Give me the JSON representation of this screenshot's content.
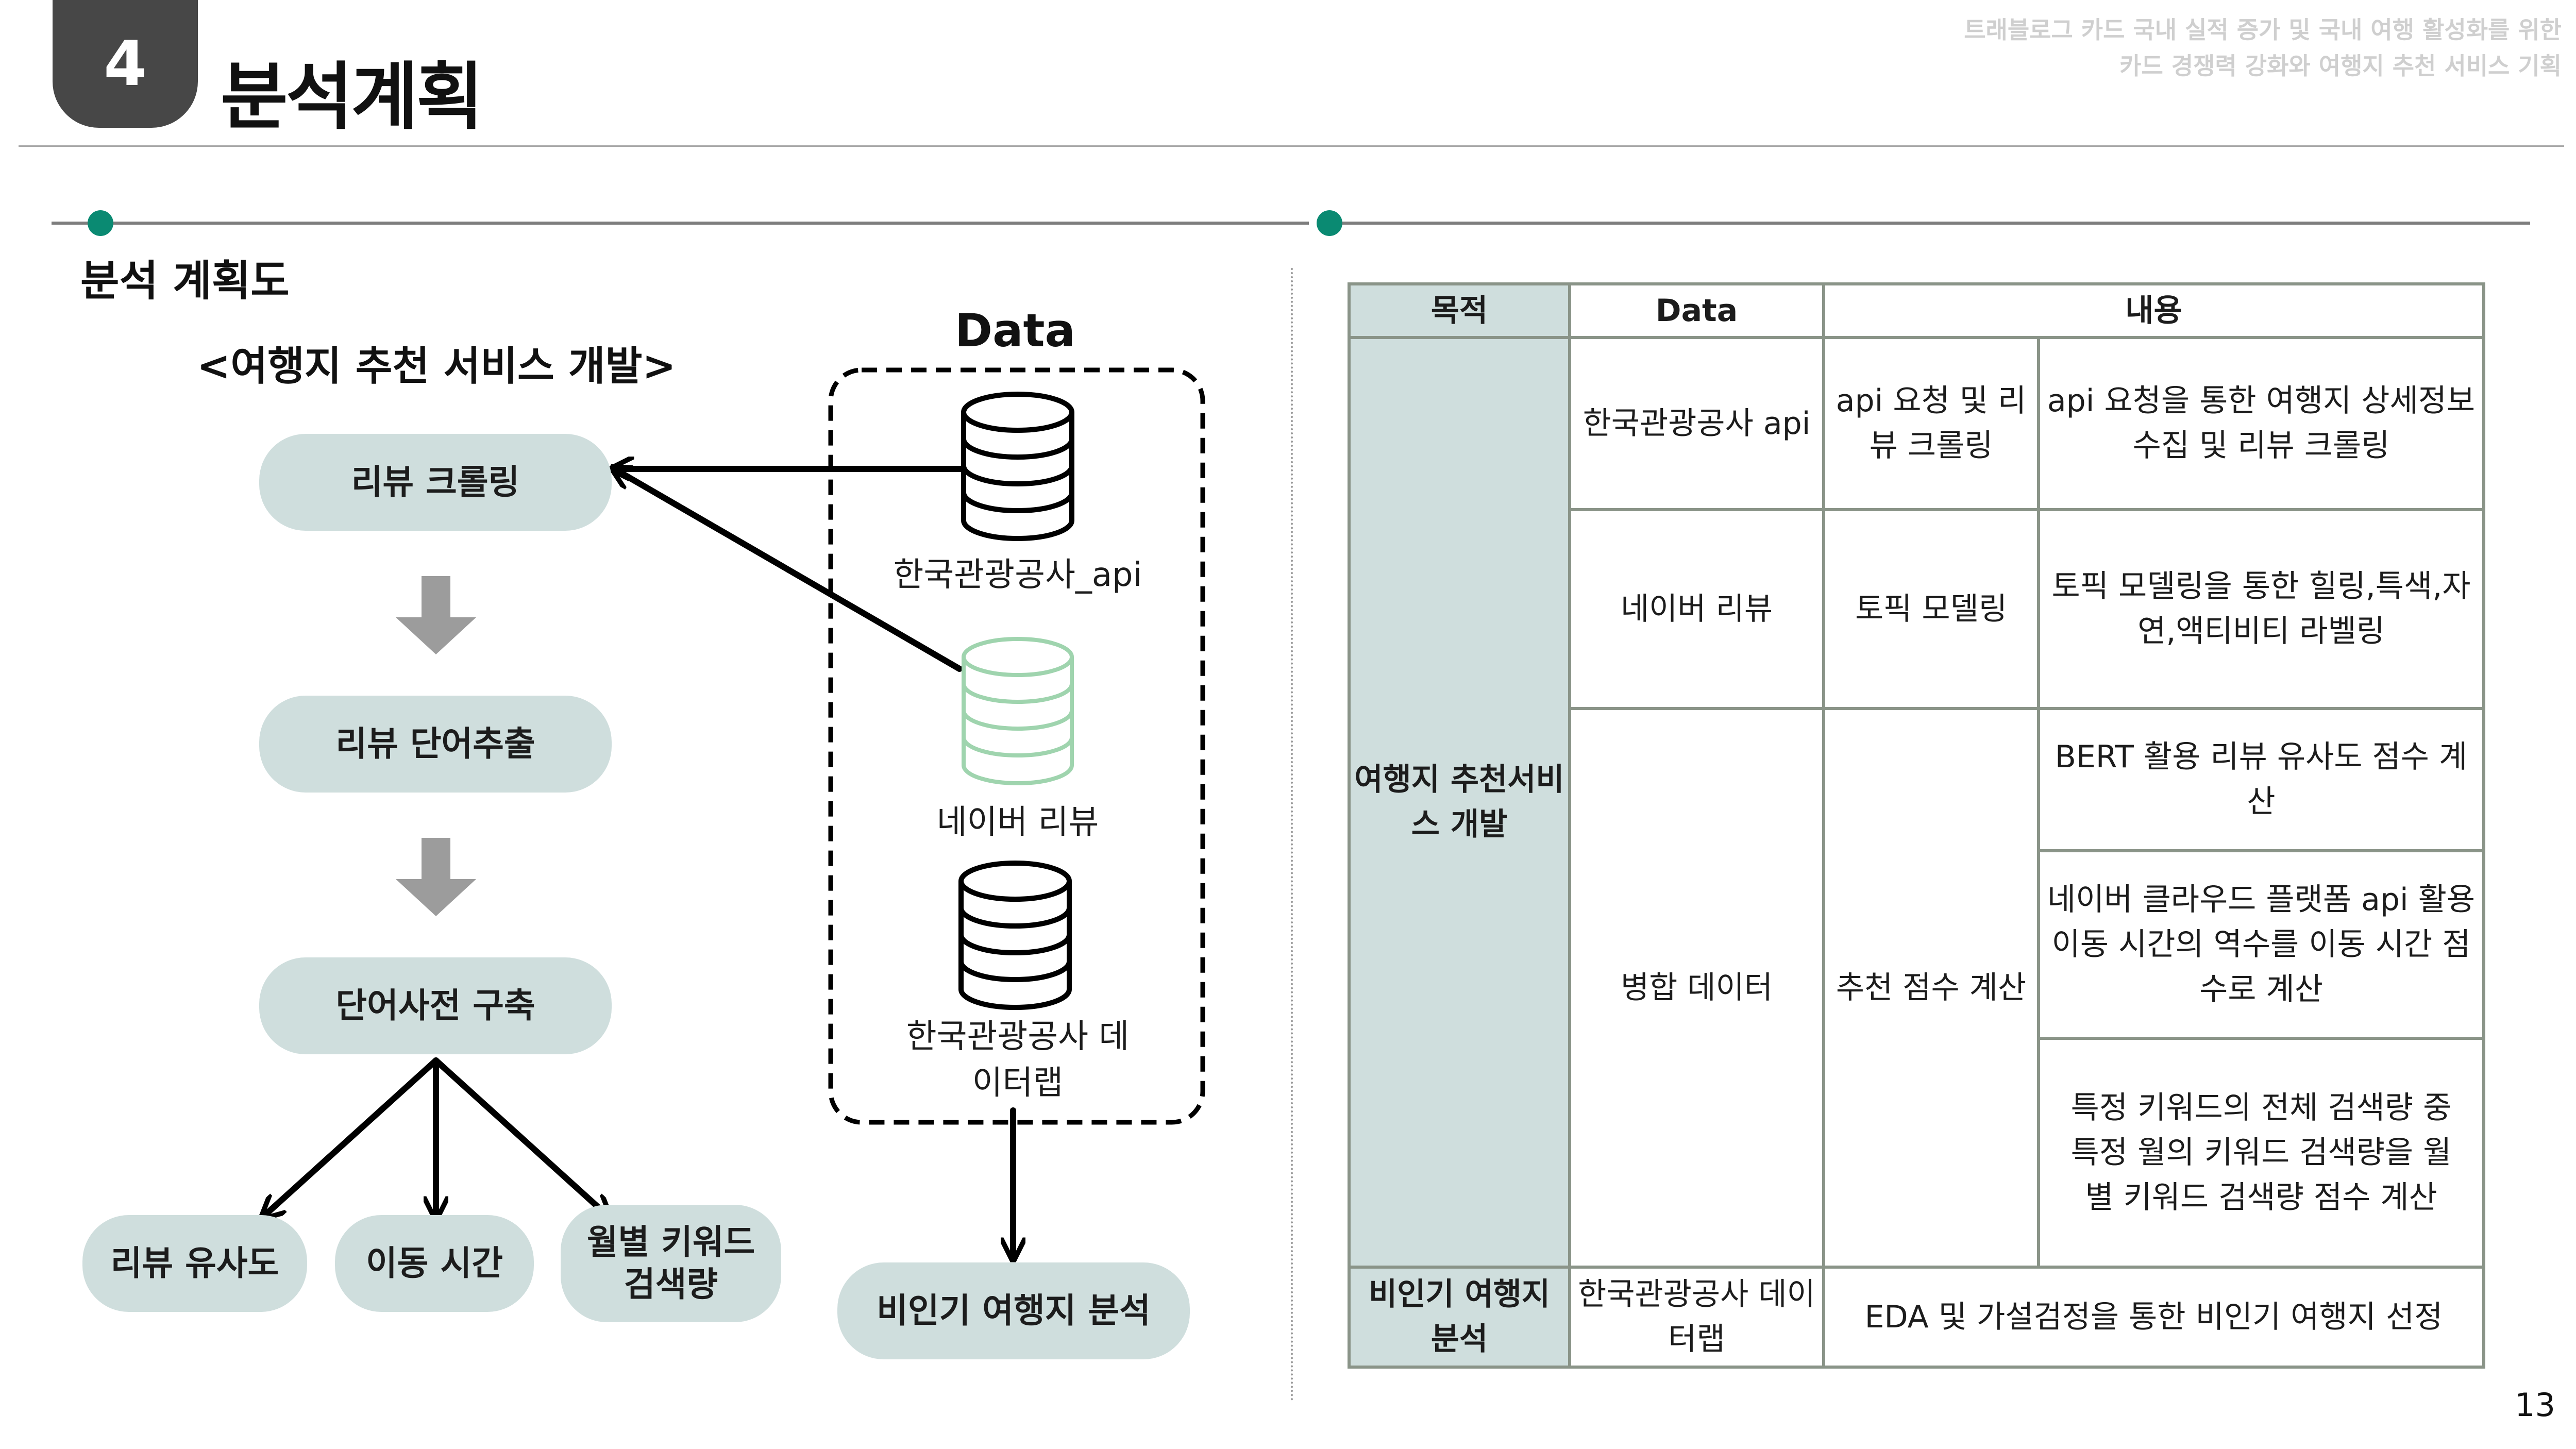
{
  "header": {
    "section_number": "4",
    "title": "분석계획",
    "project_title_line1": "트래블로그 카드 국내 실적 증가 및 국내 여행 활성화를 위한",
    "project_title_line2": "카드 경쟁력 강화와 여행지 추천 서비스 기획"
  },
  "diagram": {
    "heading": "분석 계획도",
    "service_title": "<여행지 추천 서비스 개발>",
    "data_title": "Data",
    "steps": [
      "리뷰 크롤링",
      "리뷰 단어추출",
      "단어사전 구축"
    ],
    "outputs": [
      "리뷰 유사도",
      "이동 시간",
      "월별 키워드 검색량"
    ],
    "sources": [
      "한국관광공사_api",
      "네이버 리뷰",
      "한국관광공사 데이터랩"
    ],
    "result": "비인기 여행지 분석"
  },
  "table": {
    "headers": [
      "목적",
      "Data",
      "내용"
    ],
    "purpose_1": "여행지 추천서비스 개발",
    "purpose_2": "비인기 여행지 분석",
    "rows": [
      {
        "data": "한국관광공사 api",
        "task": "api 요청 및 리뷰 크롤링",
        "detail": "api 요청을 통한 여행지 상세정보 수집 및 리뷰 크롤링"
      },
      {
        "data": "네이버 리뷰",
        "task": "토픽 모델링",
        "detail": "토픽 모델링을 통한 힐링,특색,자연,액티비티 라벨링"
      },
      {
        "data": "병합 데이터",
        "task": "추천 점수 계산",
        "detail": "BERT 활용 리뷰 유사도 점수 계산"
      },
      {
        "detail": "네이버 클라우드 플랫폼 api 활용 이동 시간의 역수를 이동 시간 점수로 계산"
      },
      {
        "detail": "특정 키워드의 전체 검색량 중 특정 월의 키워드 검색량을 월별 키워드 검색량 점수 계산"
      }
    ],
    "last_row": {
      "data": "한국관광공사 데이터랩",
      "detail": "EDA 및 가설검정을 통한 비인기 여행지 선정"
    }
  },
  "page_number": "13",
  "colors": {
    "accent": "#0a8a72",
    "pill": "#cfdedd",
    "badge": "#474747",
    "db_faded": "#9fd4ae"
  }
}
